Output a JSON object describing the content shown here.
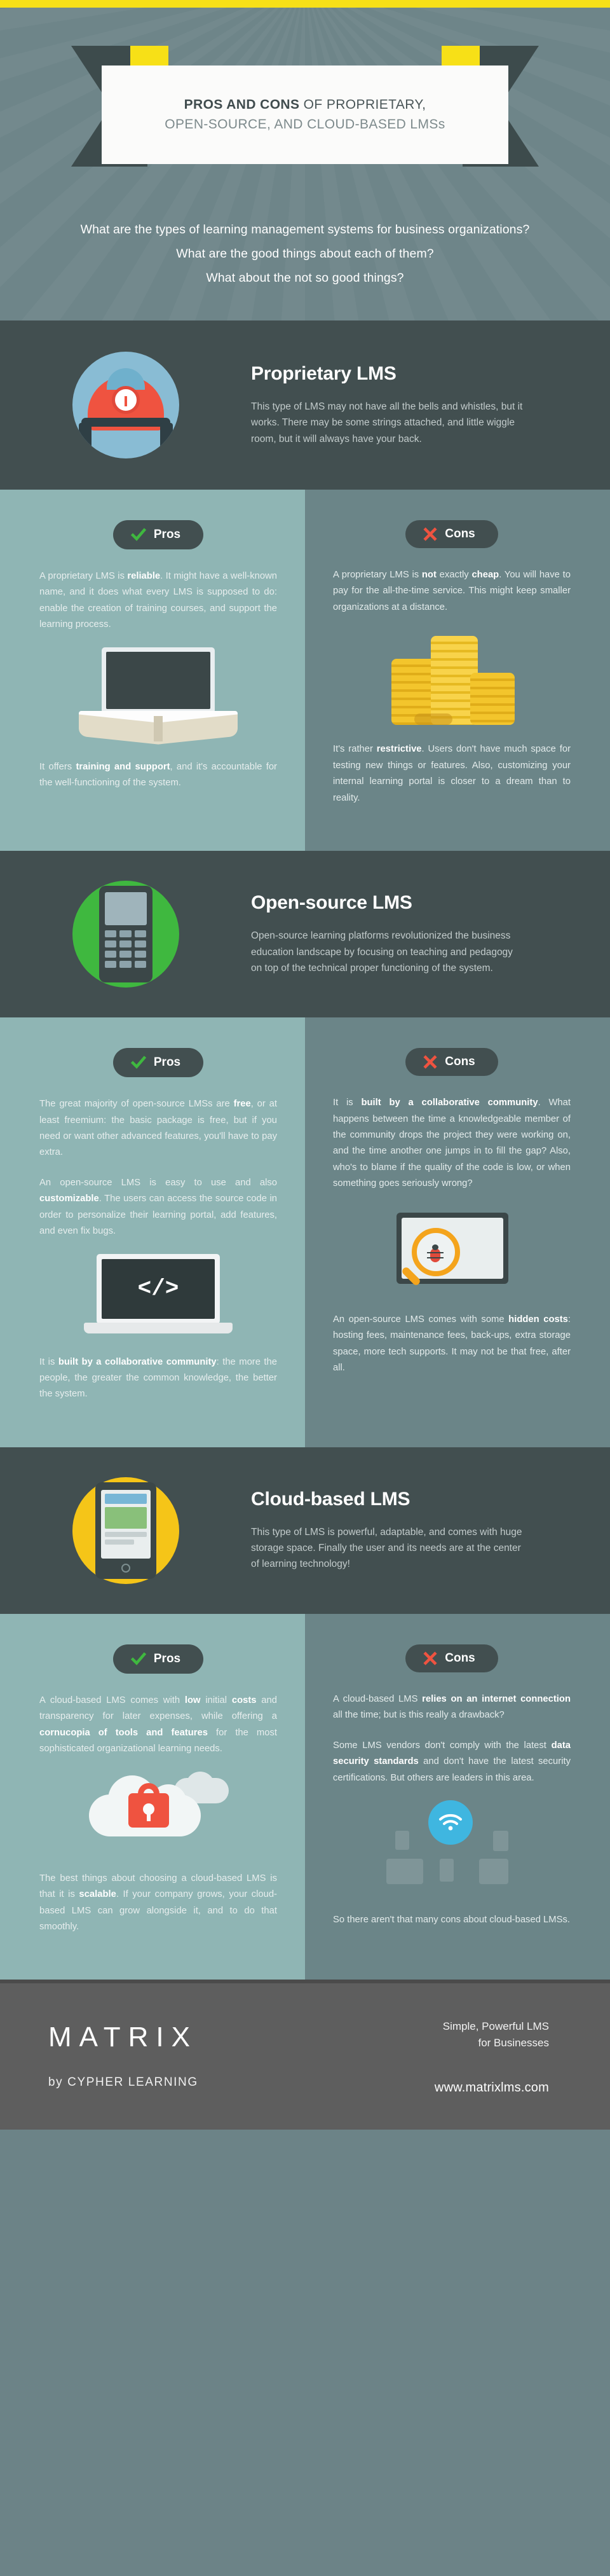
{
  "theme": {
    "accent_yellow": "#f7e017",
    "dark_slate": "#424f50",
    "hero_bg": "#6e8589",
    "pros_bg": "#8fb5b4",
    "cons_bg": "#6b8588",
    "footer_bg": "#5e5e5e",
    "check_green": "#3fb83f",
    "x_red": "#ef5340"
  },
  "header": {
    "title_bold": "PROS AND CONS",
    "title_rest": " OF PROPRIETARY,",
    "title_line2": "OPEN-SOURCE, AND CLOUD-BASED LMSs",
    "questions": [
      "What are the types of learning management systems for business organizations?",
      "What are the good things about each of them?",
      "What about the not so good things?"
    ]
  },
  "badges": {
    "pros_label": "Pros",
    "cons_label": "Cons",
    "check_icon": "check-icon",
    "x_icon": "x-icon"
  },
  "sections": [
    {
      "id": "proprietary",
      "title": "Proprietary LMS",
      "intro": "This type of LMS may not have all the bells and whistles, but it works. There may be some strings attached, and little wiggle room, but it will always have your back.",
      "icon": "telephone-icon",
      "icon_circle_color": "#89bcd4",
      "pros": [
        {
          "kind": "text",
          "html": "A proprietary LMS is <b>reliable</b>. It might have a well-known name, and it does what every LMS is supposed to do: enable the creation of training courses, and support the learning process."
        },
        {
          "kind": "art",
          "art": "laptop-book-icon"
        },
        {
          "kind": "text",
          "html": "It offers <b>training and support</b>, and it's accountable for the well-functioning of the system."
        }
      ],
      "cons": [
        {
          "kind": "text",
          "html": "A proprietary LMS is <b>not</b> exactly <b>cheap</b>. You will have to pay for the all-the-time service. This might keep smaller organizations at a distance."
        },
        {
          "kind": "art",
          "art": "coin-stacks-icon"
        },
        {
          "kind": "text",
          "html": "It's rather <b>restrictive</b>. Users don't have much space for testing new things or features. Also, customizing your internal learning portal is closer to a dream than to reality."
        }
      ]
    },
    {
      "id": "open-source",
      "title": "Open-source LMS",
      "intro": "Open-source learning platforms revolutionized the business education landscape by focusing on teaching and pedagogy on top of the technical proper functioning of the system.",
      "icon": "mobile-phone-icon",
      "icon_circle_color": "#3fb83f",
      "pros": [
        {
          "kind": "text",
          "html": "The great majority of open-source LMSs are <b>free</b>, or at least freemium: the basic package is free, but if you need or want other advanced features, you'll have to pay extra."
        },
        {
          "kind": "text",
          "html": "An open-source LMS is easy to use and also <b>customizable</b>. The users can access the source code in order to personalize their learning portal, add features, and even fix bugs."
        },
        {
          "kind": "art",
          "art": "code-laptop-icon"
        },
        {
          "kind": "text",
          "html": "It is <b>built by a collaborative community</b>: the more the people, the greater the common knowledge, the better the system."
        }
      ],
      "cons": [
        {
          "kind": "text",
          "html": "It is <b>built by a collaborative community</b>. What happens between the time a knowledgeable member of the community drops the project they were working on, and the time another one jumps in to fill the gap? Also, who's to blame if the quality of the code is low, or when something goes seriously wrong?"
        },
        {
          "kind": "art",
          "art": "magnifier-bug-icon"
        },
        {
          "kind": "text",
          "html": "An open-source LMS comes with some <b>hidden costs</b>: hosting fees, maintenance fees, back-ups, extra storage space, more tech supports. It may not be that free, after all."
        }
      ]
    },
    {
      "id": "cloud-based",
      "title": "Cloud-based LMS",
      "intro": "This type of LMS is powerful, adaptable, and comes with huge storage space. Finally the user and its needs are at the center of learning technology!",
      "icon": "tablet-icon",
      "icon_circle_color": "#f5c518",
      "pros": [
        {
          "kind": "text",
          "html": "A cloud-based LMS comes with <b>low</b> initial <b>costs</b> and transparency for later expenses, while offering a <b>cornucopia of tools and features</b> for the most sophisticated organizational learning needs."
        },
        {
          "kind": "art",
          "art": "cloud-lock-icon"
        },
        {
          "kind": "text",
          "html": "The best things about choosing a cloud-based LMS is that it is <b>scalable</b>. If your company grows, your cloud-based LMS can grow alongside it, and to do that smoothly."
        }
      ],
      "cons": [
        {
          "kind": "text",
          "html": "A cloud-based LMS <b>relies on an internet connection</b> all the time; but is this really a drawback?"
        },
        {
          "kind": "text",
          "html": "Some LMS vendors don't comply with the latest <b>data security standards</b> and don't have the latest security certifications. But others are leaders in this area."
        },
        {
          "kind": "art",
          "art": "wifi-devices-icon"
        },
        {
          "kind": "text",
          "html": "So there aren't that many cons about cloud-based LMSs."
        }
      ]
    }
  ],
  "footer": {
    "logo": "MATRIX",
    "logo_sub": "by CYPHER LEARNING",
    "tagline_line1": "Simple, Powerful LMS",
    "tagline_line2": "for Businesses",
    "url": "www.matrixlms.com"
  }
}
